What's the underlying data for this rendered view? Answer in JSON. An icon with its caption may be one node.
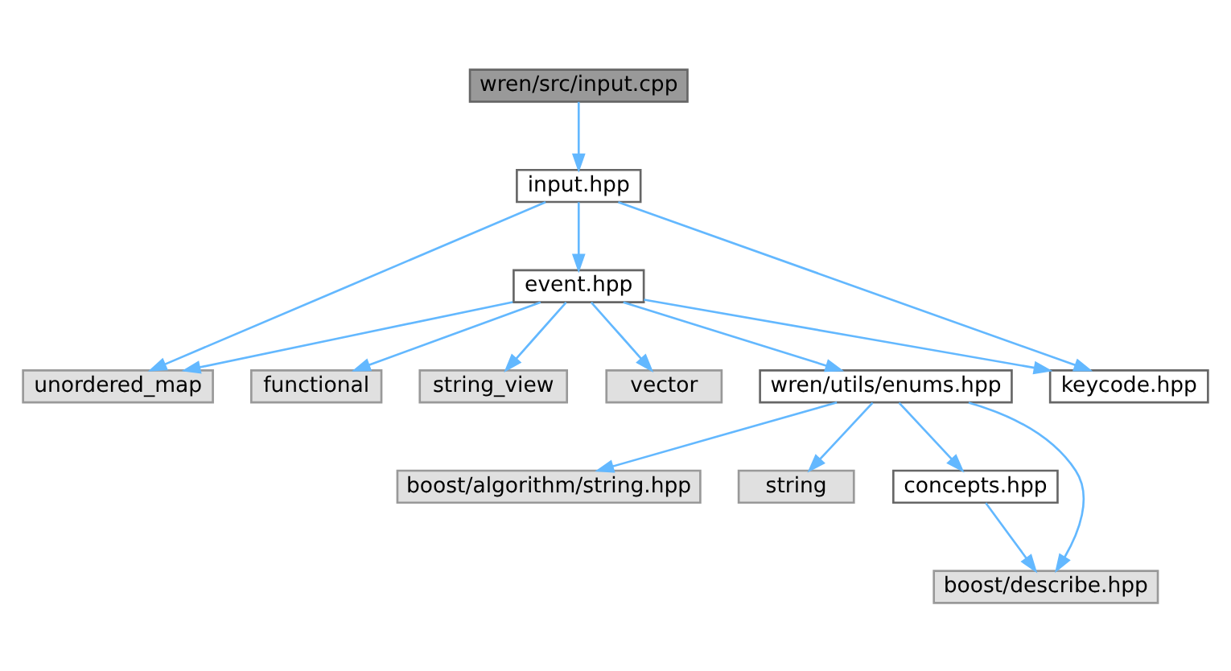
{
  "diagram": {
    "nodes": [
      {
        "text": [
          "wren/src/input.cpp"
        ]
      },
      {
        "text": [
          "input.hpp"
        ]
      },
      {
        "text": [
          "event.hpp"
        ]
      },
      {
        "text": [
          "unordered_map"
        ]
      },
      {
        "text": [
          "functional"
        ]
      },
      {
        "text": [
          "string_view"
        ]
      },
      {
        "text": [
          "vector"
        ]
      },
      {
        "text": [
          "wren/utils/enums.hpp"
        ]
      },
      {
        "text": [
          "keycode.hpp"
        ]
      },
      {
        "text": [
          "boost/algorithm/string.hpp"
        ]
      },
      {
        "text": [
          "string"
        ]
      },
      {
        "text": [
          "concepts.hpp"
        ]
      },
      {
        "text": [
          "boost/describe.hpp"
        ]
      }
    ],
    "edges": [
      {
        "from": 0,
        "to": 1,
        "arrow": "to"
      },
      {
        "from": 1,
        "to": 2,
        "arrow": "to"
      },
      {
        "from": 1,
        "to": 3,
        "arrow": "to"
      },
      {
        "from": 1,
        "to": 8,
        "arrow": "to"
      },
      {
        "from": 2,
        "to": 3,
        "arrow": "to"
      },
      {
        "from": 2,
        "to": 4,
        "arrow": "to"
      },
      {
        "from": 2,
        "to": 5,
        "arrow": "to"
      },
      {
        "from": 2,
        "to": 6,
        "arrow": "to"
      },
      {
        "from": 2,
        "to": 7,
        "arrow": "to"
      },
      {
        "from": 2,
        "to": 8,
        "arrow": "to"
      },
      {
        "from": 7,
        "to": 9,
        "arrow": "to"
      },
      {
        "from": 7,
        "to": 12,
        "arrow": "to"
      },
      {
        "from": 7,
        "to": 10,
        "arrow": "to"
      },
      {
        "from": 7,
        "to": 11,
        "arrow": "to"
      },
      {
        "from": 11,
        "to": 12,
        "arrow": "to"
      }
    ]
  }
}
